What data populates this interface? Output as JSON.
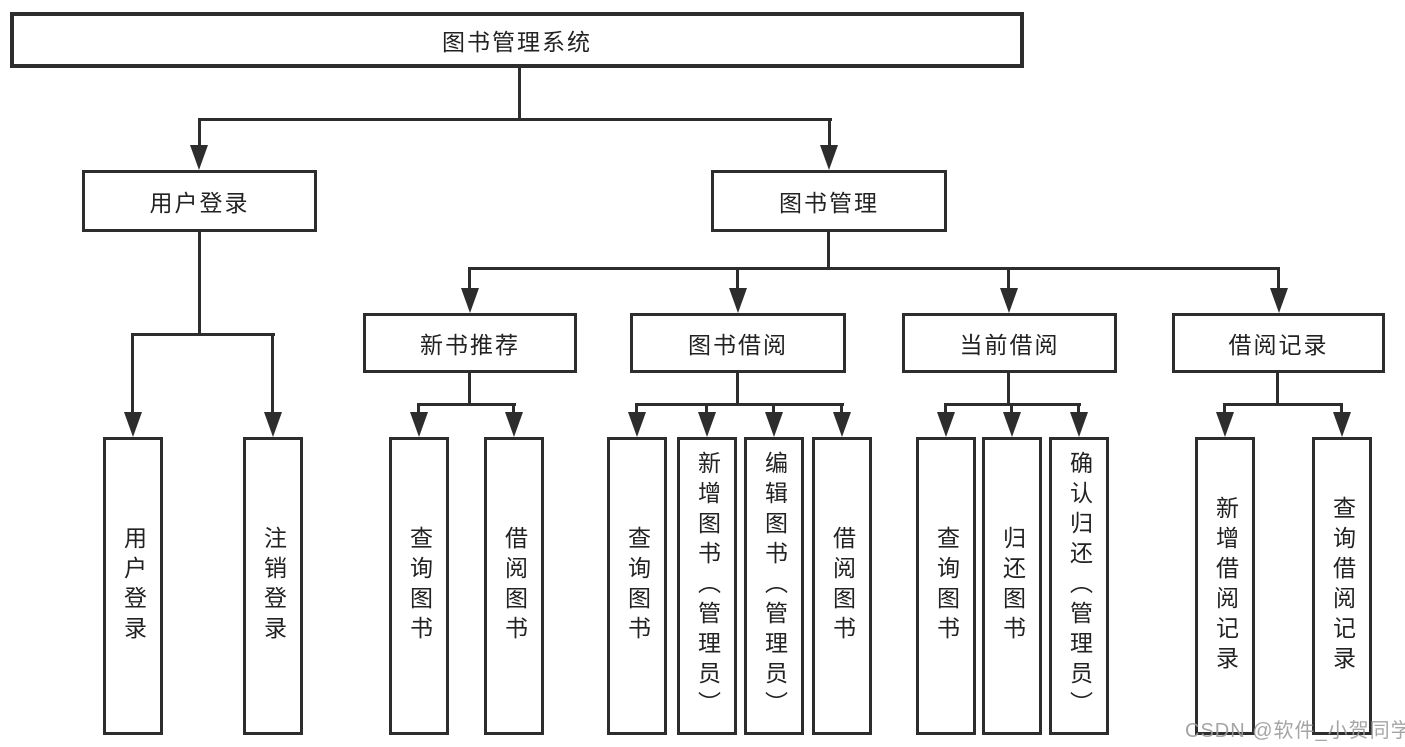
{
  "diagram": {
    "root": {
      "label": "图书管理系统"
    },
    "level2": [
      {
        "label": "用户登录"
      },
      {
        "label": "图书管理"
      }
    ],
    "level3": [
      {
        "label": "新书推荐"
      },
      {
        "label": "图书借阅"
      },
      {
        "label": "当前借阅"
      },
      {
        "label": "借阅记录"
      }
    ],
    "leaves": {
      "user_login": [
        {
          "label": "用户登录"
        },
        {
          "label": "注销登录"
        }
      ],
      "new_book_recommend": [
        {
          "label": "查询图书"
        },
        {
          "label": "借阅图书"
        }
      ],
      "book_borrow": [
        {
          "label": "查询图书"
        },
        {
          "label": "新增图书（管理员）"
        },
        {
          "label": "编辑图书（管理员）"
        },
        {
          "label": "借阅图书"
        }
      ],
      "current_borrow": [
        {
          "label": "查询图书"
        },
        {
          "label": "归还图书"
        },
        {
          "label": "确认归还（管理员）"
        }
      ],
      "borrow_records": [
        {
          "label": "新增借阅记录"
        },
        {
          "label": "查询借阅记录"
        }
      ]
    }
  },
  "watermark": {
    "text": "CSDN @软件_小贺同学"
  },
  "colors": {
    "line": "#2d2d2d",
    "text": "#222222",
    "watermark": "#9c9c9c",
    "background": "#ffffff"
  }
}
